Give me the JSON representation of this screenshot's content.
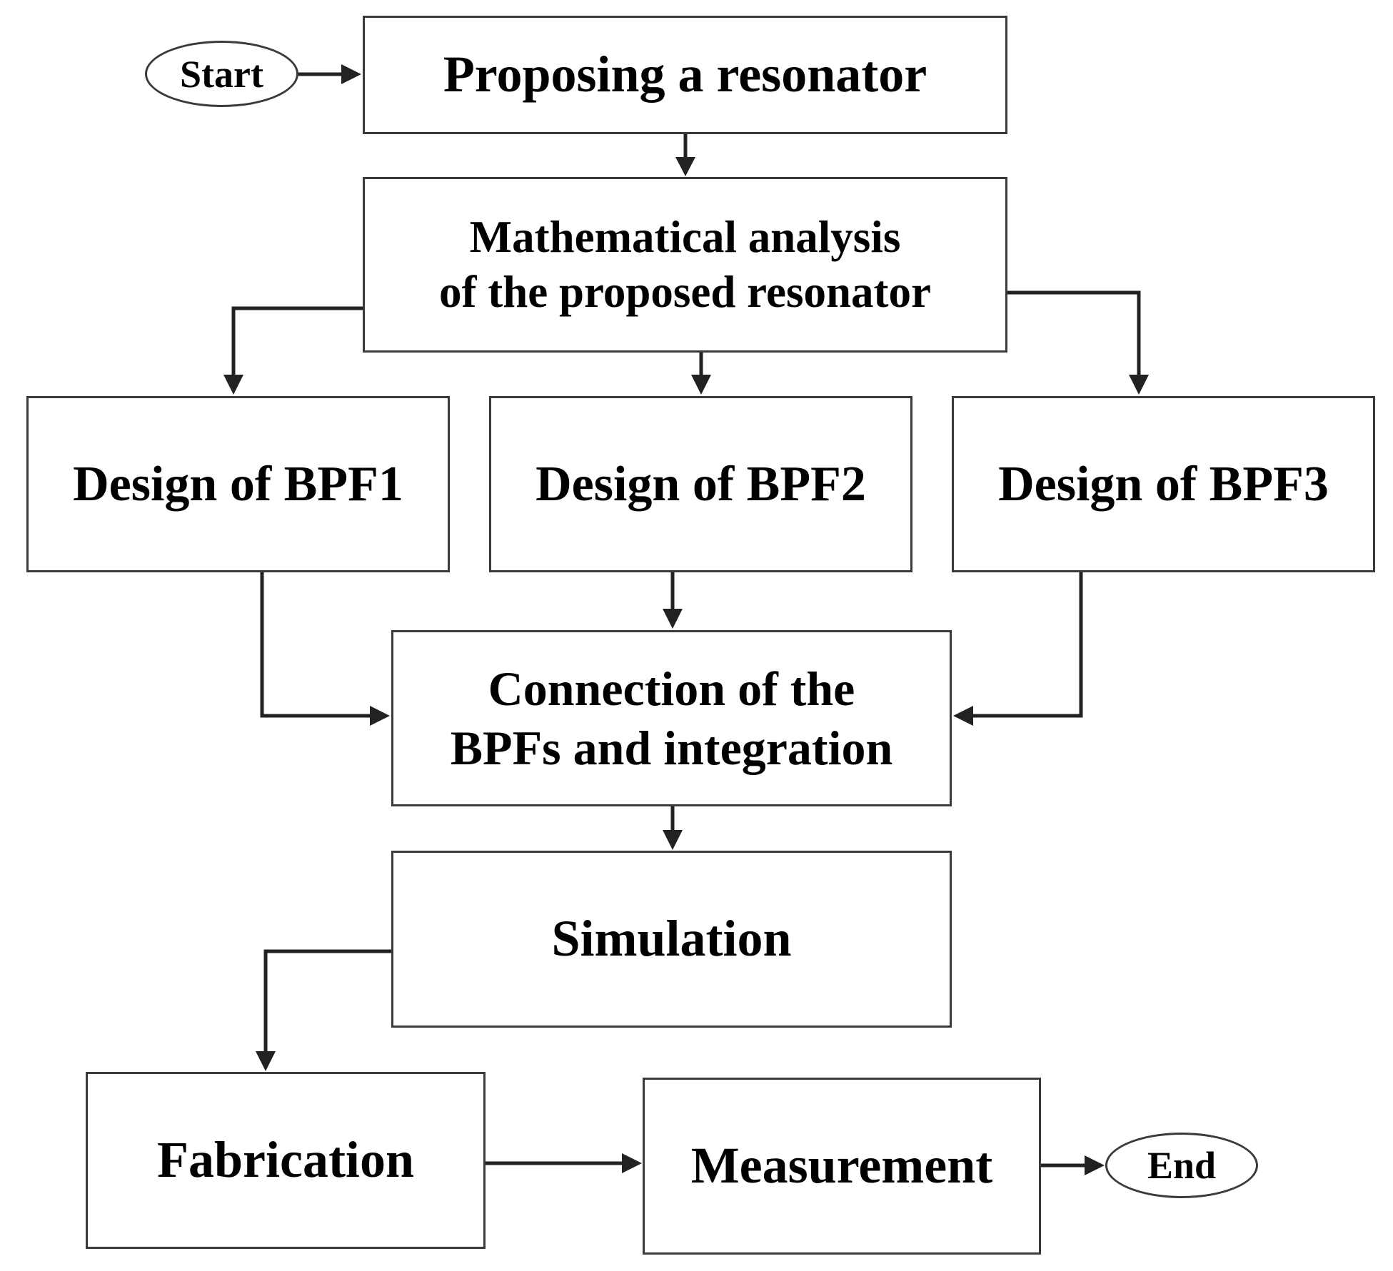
{
  "diagram": {
    "start": "Start",
    "end": "End",
    "steps": {
      "propose": "Proposing a resonator",
      "math_line1": "Mathematical analysis",
      "math_line2": "of the proposed resonator",
      "bpf1": "Design of BPF1",
      "bpf2": "Design of BPF2",
      "bpf3": "Design of BPF3",
      "connect_line1": "Connection of the",
      "connect_line2": "BPFs and integration",
      "simulation": "Simulation",
      "fabrication": "Fabrication",
      "measurement": "Measurement"
    }
  },
  "colors": {
    "line": "#222222",
    "box_border": "#3a3a3a",
    "background": "#ffffff"
  }
}
